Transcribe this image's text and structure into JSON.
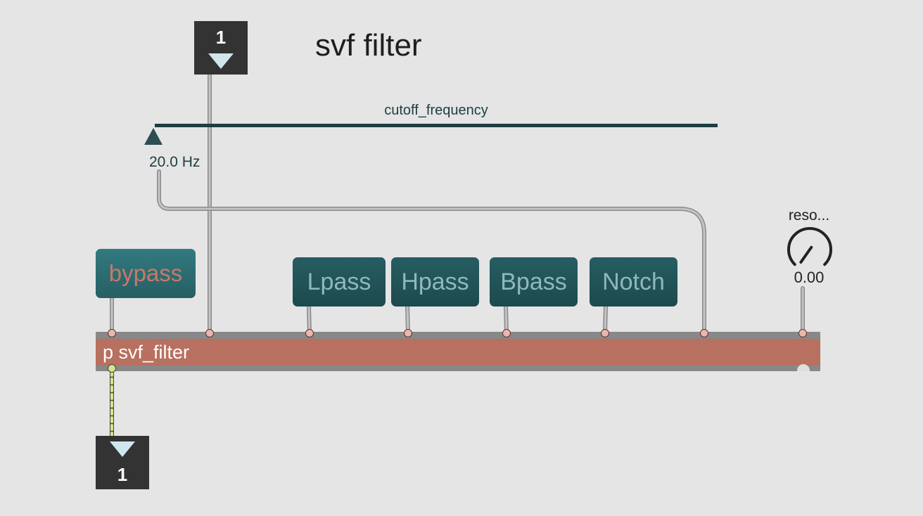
{
  "inlet": {
    "number": "1"
  },
  "outlet": {
    "number": "1"
  },
  "title": "svf filter",
  "slider": {
    "label": "cutoff_frequency",
    "value_text": "20.0 Hz",
    "position": 0
  },
  "buttons": {
    "bypass": "bypass",
    "lpass": "Lpass",
    "hpass": "Hpass",
    "bpass": "Bpass",
    "notch": "Notch"
  },
  "dial": {
    "label": "reso...",
    "value_text": "0.00",
    "value": 0.5
  },
  "subpatch": {
    "text": "p svf_filter"
  },
  "colors": {
    "background": "#e5e5e5",
    "subpatch_body": "#b87060",
    "button_teal": "#275d62",
    "bypass_text": "#c87967",
    "slider_track": "#1f3d40",
    "patch_cord": "#b0b0b0",
    "signal_cord": "#d7e48a"
  },
  "icons": {
    "inlet": "down-triangle-icon",
    "outlet": "down-triangle-icon"
  }
}
